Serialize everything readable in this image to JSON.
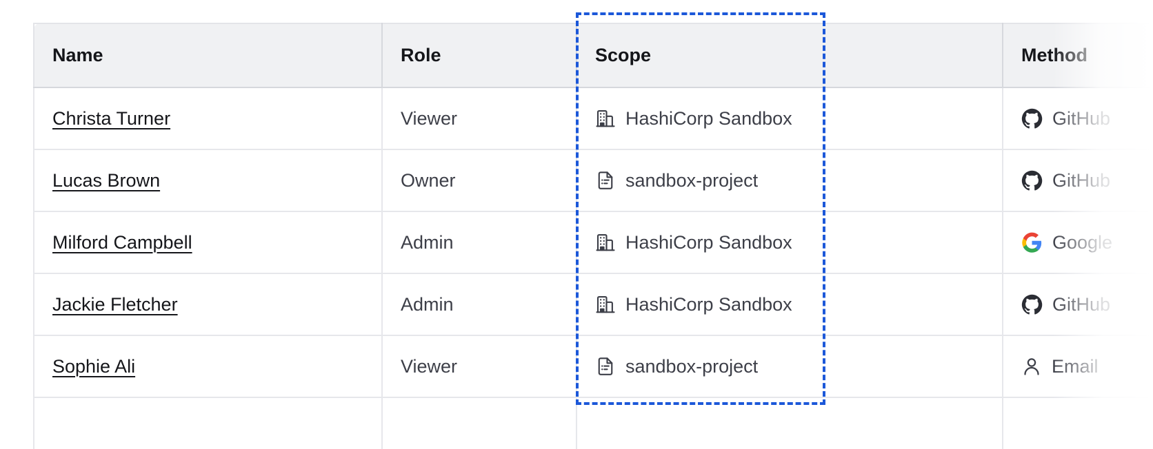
{
  "table": {
    "columns": [
      {
        "key": "name",
        "label": "Name"
      },
      {
        "key": "role",
        "label": "Role"
      },
      {
        "key": "scope",
        "label": "Scope"
      },
      {
        "key": "method",
        "label": "Method"
      }
    ],
    "rows": [
      {
        "name": "Christa Turner",
        "role": "Viewer",
        "scope": "HashiCorp Sandbox",
        "scope_icon": "org-building-icon",
        "method": "GitHub",
        "method_icon": "github-icon"
      },
      {
        "name": "Lucas Brown",
        "role": "Owner",
        "scope": "sandbox-project",
        "scope_icon": "project-document-icon",
        "method": "GitHub",
        "method_icon": "github-icon"
      },
      {
        "name": "Milford Campbell",
        "role": "Admin",
        "scope": "HashiCorp Sandbox",
        "scope_icon": "org-building-icon",
        "method": "Google",
        "method_icon": "google-icon"
      },
      {
        "name": "Jackie Fletcher",
        "role": "Admin",
        "scope": "HashiCorp Sandbox",
        "scope_icon": "org-building-icon",
        "method": "GitHub",
        "method_icon": "github-icon"
      },
      {
        "name": "Sophie Ali",
        "role": "Viewer",
        "scope": "sandbox-project",
        "scope_icon": "project-document-icon",
        "method": "Email",
        "method_icon": "user-person-icon"
      }
    ]
  },
  "highlight": {
    "target_column": "Scope",
    "border_color": "#1c58d9",
    "style": "dashed"
  },
  "colors": {
    "header_background": "#f0f1f3",
    "header_text": "#15161a",
    "body_text": "#3d3f48",
    "link_text": "#15161a",
    "row_border": "#e6e7eb",
    "page_background": "#ffffff"
  }
}
